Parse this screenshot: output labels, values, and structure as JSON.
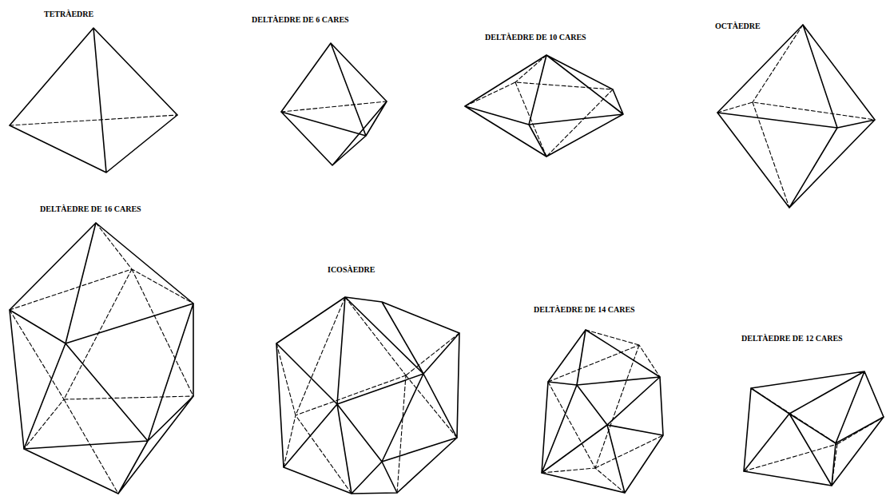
{
  "diagram": {
    "labels": [
      "TETRÀEDRE",
      "DELTÀEDRE DE 6 CARES",
      "DELTÀEDRE DE 10 CARES",
      "OCTÀEDRE",
      "DELTÀEDRE DE 16 CARES",
      "ICOSÀEDRE",
      "DELTÀEDRE DE 14 CARES",
      "DELTÀEDRE DE 12 CARES"
    ]
  }
}
